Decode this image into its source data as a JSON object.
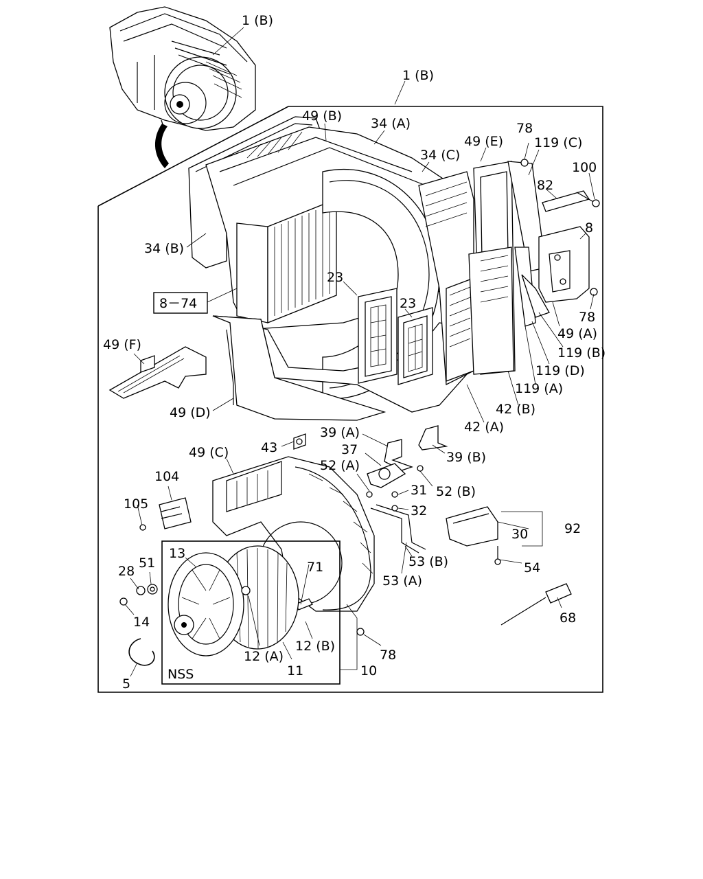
{
  "labels": {
    "1B_top": "1 (B)",
    "1B_main": "1 (B)",
    "49B": "49 (B)",
    "34A": "34 (A)",
    "34C": "34 (C)",
    "49E": "49 (E)",
    "78_a": "78",
    "119C": "119 (C)",
    "100": "100",
    "82": "82",
    "8": "8",
    "34B": "34 (B)",
    "23_a": "23",
    "23_b": "23",
    "ref_8_74": "8－74",
    "78_b": "78",
    "49A": "49 (A)",
    "119B": "119 (B)",
    "119D": "119 (D)",
    "119A": "119 (A)",
    "42B": "42 (B)",
    "42A": "42 (A)",
    "49F": "49 (F)",
    "49D": "49 (D)",
    "39A": "39 (A)",
    "39B": "39 (B)",
    "43": "43",
    "37": "37",
    "49C": "49 (C)",
    "52A": "52 (A)",
    "52B": "52 (B)",
    "104": "104",
    "31": "31",
    "32": "32",
    "105": "105",
    "92": "92",
    "30": "30",
    "13": "13",
    "71": "71",
    "53B": "53 (B)",
    "54": "54",
    "28": "28",
    "51": "51",
    "53A": "53 (A)",
    "14": "14",
    "68": "68",
    "12A": "12 (A)",
    "12B": "12 (B)",
    "78_c": "78",
    "5": "5",
    "NSS": "NSS",
    "11": "11",
    "10": "10"
  }
}
